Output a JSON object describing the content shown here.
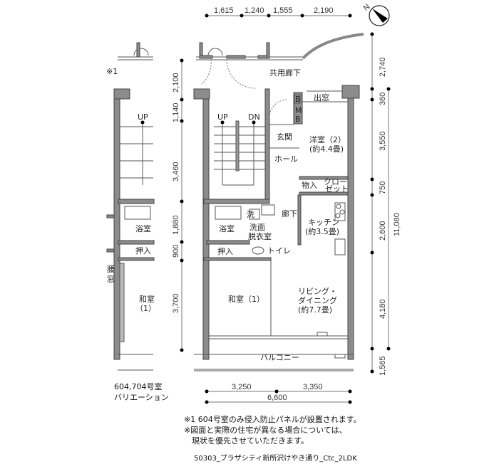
{
  "top_dims": [
    "1,615",
    "1,240",
    "1,555",
    "2,190"
  ],
  "right_dims": [
    "2,740",
    "360",
    "3,550",
    "750",
    "2,600",
    "4,180",
    "1,565"
  ],
  "right_total": "11,080",
  "left_dims": [
    "2,100",
    "1,140",
    "3,460",
    "1,880",
    "900",
    "3,700"
  ],
  "bottom_dims": [
    "3,250",
    "3,350"
  ],
  "bottom_total": "6,600",
  "compass": "N",
  "rooms": {
    "corridor": "共用廊下",
    "window": "出窓",
    "mb_top": "B",
    "mb_m": "M",
    "mb_b": "B",
    "up": "UP",
    "dn": "DN",
    "entrance": "玄関",
    "hall": "ホール",
    "western2": "洋室（2）",
    "western2_size": "(約4.4畳)",
    "storage": "物入",
    "closet1": "クロー",
    "closet2": "ゼット",
    "wash": "洗",
    "hallway": "廊下",
    "bath": "浴室",
    "washroom1": "洗面",
    "washroom2": "脱衣室",
    "kitchen": "キッチン",
    "kitchen_size": "(約3.5畳)",
    "oshiire": "押入",
    "toilet": "トイレ",
    "japanese1": "和室（1）",
    "living1": "リビング・",
    "living2": "ダイニング",
    "living_size": "(約7.7畳)",
    "balcony": "バルコニー"
  },
  "variation": {
    "mark": "※1",
    "up": "UP",
    "bath": "浴室",
    "oshiire": "押入",
    "koshimado1": "腰",
    "koshimado2": "窓",
    "japanese": "和室",
    "japanese_num": "（1）",
    "caption1": "604,704号室",
    "caption2": "バリエーション"
  },
  "notes": [
    "※1 604号室のみ侵入防止パネルが設置されます。",
    "※図面と実際の住宅が異なる場合については、",
    "　現状を優先させていただきます。"
  ],
  "footer": "50303_プラザシティ新所沢けやき通り_Ctc_2LDK"
}
